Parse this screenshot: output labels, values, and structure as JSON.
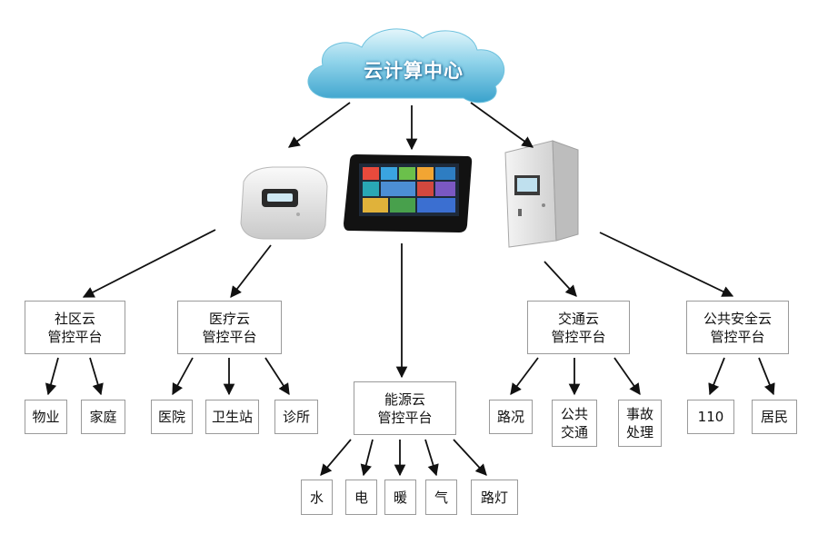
{
  "cloud": {
    "label": "云计算中心"
  },
  "platforms": {
    "community": {
      "line1": "社区云",
      "line2": "管控平台"
    },
    "medical": {
      "line1": "医疗云",
      "line2": "管控平台"
    },
    "energy": {
      "line1": "能源云",
      "line2": "管控平台"
    },
    "traffic": {
      "line1": "交通云",
      "line2": "管控平台"
    },
    "safety": {
      "line1": "公共安全云",
      "line2": "管控平台"
    }
  },
  "leaves": {
    "property": "物业",
    "home": "家庭",
    "hospital": "医院",
    "health_station": "卫生站",
    "clinic": "诊所",
    "water": "水",
    "electricity": "电",
    "heating": "暖",
    "gas": "气",
    "street_light": "路灯",
    "road_condition": {
      "line1": "路况"
    },
    "public_transport": {
      "line1": "公共",
      "line2": "交通"
    },
    "accident": {
      "line1": "事故",
      "line2": "处理"
    },
    "police": "110",
    "residents": "居民"
  },
  "colors": {
    "cloud_top": "#cfeef6",
    "cloud_bottom": "#4fb4d6",
    "arrow": "#111111",
    "box_border": "#9a9a9a"
  }
}
